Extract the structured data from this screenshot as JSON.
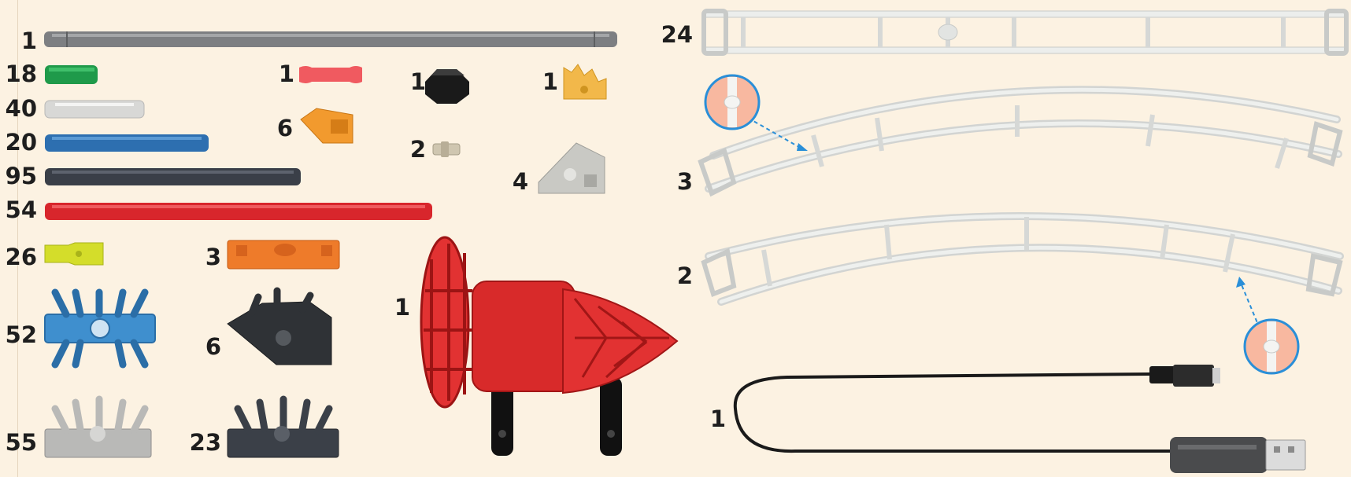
{
  "parts": [
    {
      "id": "gray-long-rod",
      "qty": "1",
      "color": "#7d7f82"
    },
    {
      "id": "green-connector",
      "qty": "18",
      "color": "#1f9a4a"
    },
    {
      "id": "red-short-rod",
      "qty": "1",
      "color": "#f05a60"
    },
    {
      "id": "black-hex-nut",
      "qty": "1",
      "color": "#1a1a1a"
    },
    {
      "id": "yellow-clip",
      "qty": "1",
      "color": "#f2b84a"
    },
    {
      "id": "white-rod",
      "qty": "40",
      "color": "#d8d8d6"
    },
    {
      "id": "orange-bent-connector",
      "qty": "6",
      "color": "#f29a2e"
    },
    {
      "id": "blue-rod",
      "qty": "20",
      "color": "#2d6fb0"
    },
    {
      "id": "small-pin",
      "qty": "2",
      "color": "#cfc6b0"
    },
    {
      "id": "gray-angle-connector",
      "qty": "4",
      "color": "#c9c9c4"
    },
    {
      "id": "dark-rod",
      "qty": "95",
      "color": "#3a3f48"
    },
    {
      "id": "red-long-rod",
      "qty": "54",
      "color": "#d8262c"
    },
    {
      "id": "lime-connector",
      "qty": "26",
      "color": "#d4dd2a"
    },
    {
      "id": "orange-bar",
      "qty": "3",
      "color": "#ee7b2a"
    },
    {
      "id": "blue-star-connector",
      "qty": "52",
      "color": "#3f8fce"
    },
    {
      "id": "dark-half-connector",
      "qty": "6",
      "color": "#2f3236"
    },
    {
      "id": "motor-unit",
      "qty": "1",
      "color": "#d82a2a"
    },
    {
      "id": "gray-half-star",
      "qty": "55",
      "color": "#b9b9b7"
    },
    {
      "id": "dark-half-star",
      "qty": "23",
      "color": "#3b4048"
    },
    {
      "id": "straight-track",
      "qty": "24",
      "color": "#eceeec"
    },
    {
      "id": "curved-track-a",
      "qty": "3",
      "color": "#eceeec"
    },
    {
      "id": "curved-track-b",
      "qty": "2",
      "color": "#eceeec"
    },
    {
      "id": "usb-cable",
      "qty": "1",
      "color": "#1a1a1a"
    }
  ],
  "colors": {
    "background": "#fcf2e2",
    "callout": "#f8b8a0",
    "callout_ring": "#2a8fd8"
  }
}
